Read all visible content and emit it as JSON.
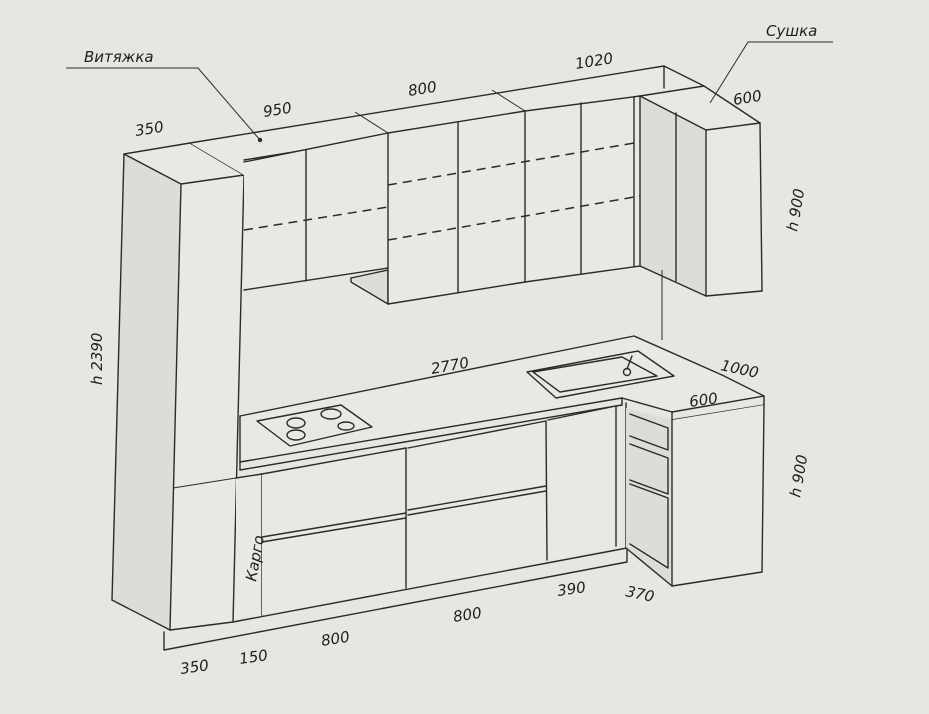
{
  "labels": {
    "hood": "Витяжка",
    "dryer": "Сушка",
    "cargo": "Карго"
  },
  "dimensions": {
    "d950": "950",
    "d800_top": "800",
    "d1020": "1020",
    "d600_top": "600",
    "d350_top": "350",
    "h2390": "h 2390",
    "h900_top": "h 900",
    "d2770": "2770",
    "d1000": "1000",
    "d600_mid": "600",
    "h900_bottom": "h 900",
    "d390": "390",
    "d370": "370",
    "d800_right": "800",
    "d800_left": "800",
    "d150": "150",
    "d350_bottom": "350"
  }
}
